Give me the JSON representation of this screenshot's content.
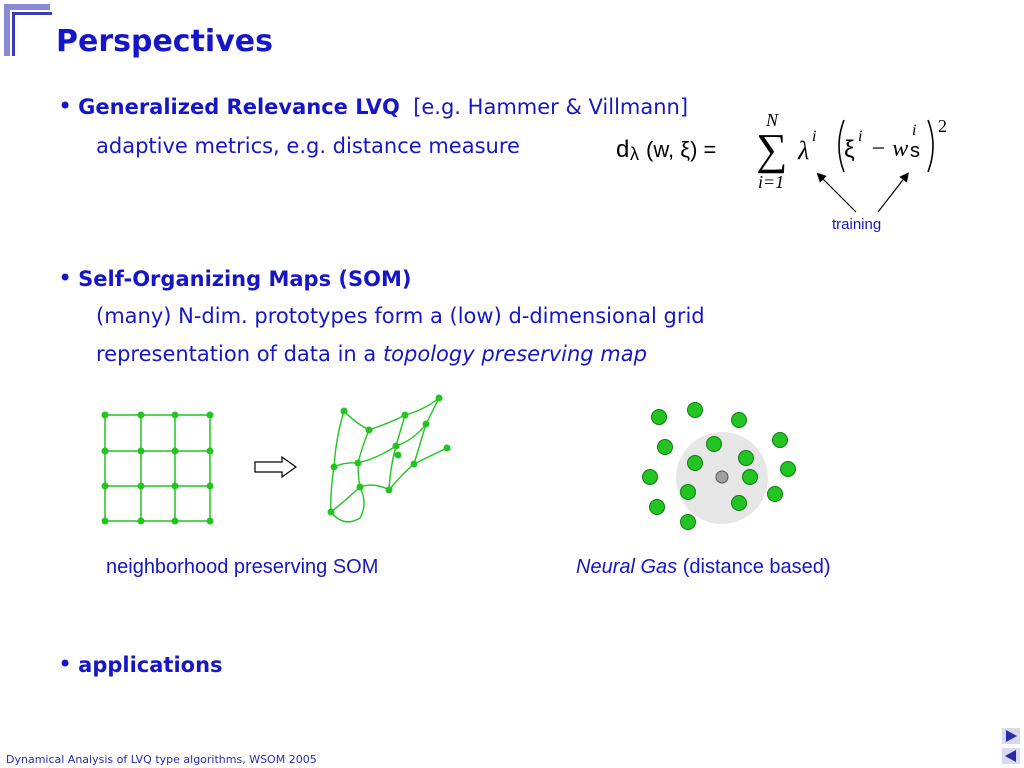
{
  "slide": {
    "title": "Perspectives",
    "bullets": [
      {
        "head": "Generalized Relevance LVQ",
        "ref": "[e.g. Hammer & Villmann]",
        "lines": [
          "adaptive metrics,  e.g. distance measure"
        ]
      },
      {
        "head": "Self-Organizing Maps (SOM)",
        "lines": [
          "(many)  N-dim. prototypes form a (low) d-dimensional grid"
        ],
        "line2_prefix": "representation of data in a ",
        "line2_italic": "topology preserving map"
      },
      {
        "head": "applications"
      }
    ],
    "formula": {
      "lhs_d": "d",
      "lhs_lambda": "λ",
      "lhs_args": "(w, ξ) =",
      "sum_top": "N",
      "sum_bottom": "i=1",
      "sum_symbol": "∑",
      "lambda": "λ",
      "sup_i": "i",
      "xi": "ξ",
      "minus_w": "− w",
      "sub_s": "s",
      "exp_2": "2",
      "annotation": "training"
    },
    "captions": {
      "som": "neighborhood preserving SOM",
      "ng_italic": "Neural Gas",
      "ng_rest": " (distance based)"
    },
    "footer": "Dynamical Analysis of LVQ type algorithms, WSOM 2005",
    "colors": {
      "text": "#1616c8",
      "node": "#22c422",
      "node_stroke": "#0e7a0e",
      "ng_halo": "#e6e6e6",
      "ng_center": "#a0a0a0"
    },
    "icons": [
      "bullet-dot-icon",
      "arrow-right-icon",
      "nav-next-icon",
      "nav-prev-icon"
    ]
  }
}
